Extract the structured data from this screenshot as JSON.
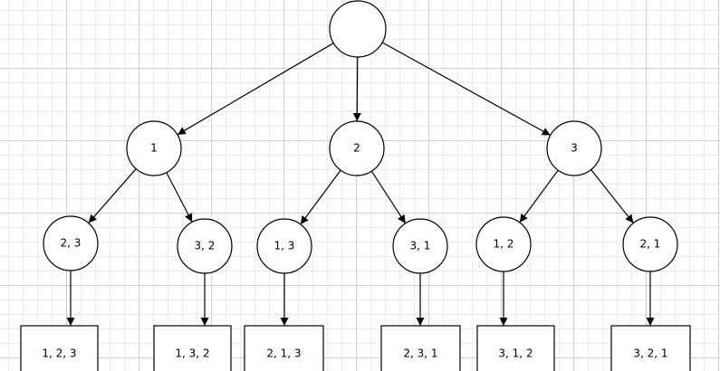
{
  "diagram": {
    "nodes": [
      {
        "id": "root",
        "shape": "circle",
        "label": ""
      },
      {
        "id": "n1",
        "shape": "circle",
        "label": "1"
      },
      {
        "id": "n2",
        "shape": "circle",
        "label": "2"
      },
      {
        "id": "n3",
        "shape": "circle",
        "label": "3"
      },
      {
        "id": "n1a",
        "shape": "circle",
        "label": "2, 3"
      },
      {
        "id": "n1b",
        "shape": "circle",
        "label": "3, 2"
      },
      {
        "id": "n2a",
        "shape": "circle",
        "label": "1, 3"
      },
      {
        "id": "n2b",
        "shape": "circle",
        "label": "3, 1"
      },
      {
        "id": "n3a",
        "shape": "circle",
        "label": "1, 2"
      },
      {
        "id": "n3b",
        "shape": "circle",
        "label": "2, 1"
      },
      {
        "id": "p1",
        "shape": "box",
        "label": "1, 2, 3"
      },
      {
        "id": "p2",
        "shape": "box",
        "label": "1, 3, 2"
      },
      {
        "id": "p3",
        "shape": "box",
        "label": "2, 1, 3"
      },
      {
        "id": "p4",
        "shape": "box",
        "label": "2, 3, 1"
      },
      {
        "id": "p5",
        "shape": "box",
        "label": "3, 1, 2"
      },
      {
        "id": "p6",
        "shape": "box",
        "label": "3, 2, 1"
      }
    ],
    "edges": [
      {
        "from": "root",
        "to": "n1"
      },
      {
        "from": "root",
        "to": "n2"
      },
      {
        "from": "root",
        "to": "n3"
      },
      {
        "from": "n1",
        "to": "n1a"
      },
      {
        "from": "n1",
        "to": "n1b"
      },
      {
        "from": "n2",
        "to": "n2a"
      },
      {
        "from": "n2",
        "to": "n2b"
      },
      {
        "from": "n3",
        "to": "n3a"
      },
      {
        "from": "n3",
        "to": "n3b"
      },
      {
        "from": "n1a",
        "to": "p1"
      },
      {
        "from": "n1b",
        "to": "p2"
      },
      {
        "from": "n2a",
        "to": "p3"
      },
      {
        "from": "n2b",
        "to": "p4"
      },
      {
        "from": "n3a",
        "to": "p5"
      },
      {
        "from": "n3b",
        "to": "p6"
      }
    ]
  }
}
